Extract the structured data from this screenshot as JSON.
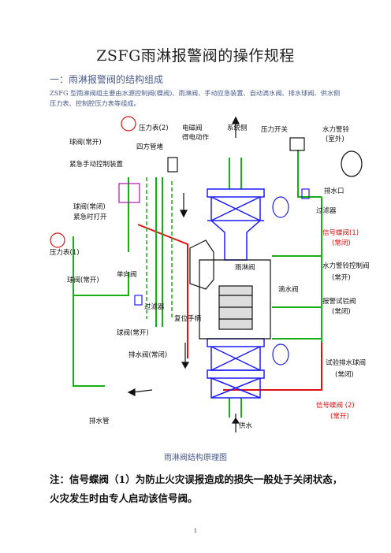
{
  "doc": {
    "title": "ZSFG雨淋报警阀的操作规程",
    "section": "一：雨淋报警阀的结构组成",
    "paragraph": "ZSFG 型雨淋阀组主要由水源控制阀(蝶阀)、雨淋阀、手动应急装置、自动滴水阀、排水球阀、供水侧压力表、控制腔压力表等组成。",
    "caption": "雨淋阀结构原理图",
    "note": "注：信号蝶阀（1）为防止火灾误报造成的损失一般处于关闭状态，火灾发生时由专人启动该信号阀。",
    "page_number": "1"
  },
  "diagram": {
    "labels": {
      "pressure_gauge_2": "压力表(2)",
      "solenoid_valve": "电磁阀",
      "electric_action": "得电动作",
      "system_side": "系统侧",
      "pressure_switch": "压力开关",
      "water_bell_1": "水力警铃",
      "water_bell_2": "(室外)",
      "ball_valve_open": "球阀(常开)",
      "four_way": "四方管堵",
      "emergency_device": "紧急手动控制装置",
      "drain_outlet": "排水口",
      "ball_valve_closed_1": "球阀(常闭)",
      "ball_valve_closed_2": "紧急时打开",
      "filter_right": "过滤器",
      "signal_valve_1a": "信号蝶阀(1)",
      "signal_valve_1b": "(常闭)",
      "pressure_gauge_1": "压力表(1)",
      "bell_control_1": "水力警铃控制阀",
      "bell_control_2": "(常开)",
      "ball_valve_left": "球阀(常开)",
      "check_valve": "单向阀",
      "deluge_valve": "雨淋阀",
      "drip_valve": "滴水阀",
      "alarm_test_1": "报警试验阀",
      "alarm_test_2": "(常闭)",
      "filter_left": "过滤器",
      "ball_valve_bottom": "球阀(常开)",
      "reset_handle": "复位手柄",
      "drain_valve": "排水阀(常闭)",
      "test_drain_1": "试验排水球阀",
      "test_drain_2": "(常闭)",
      "signal_valve_2a": "信号蝶阀  (2)",
      "signal_valve_2b": "(常开)",
      "drain_pipe": "排水管",
      "water_supply": "供水"
    }
  }
}
